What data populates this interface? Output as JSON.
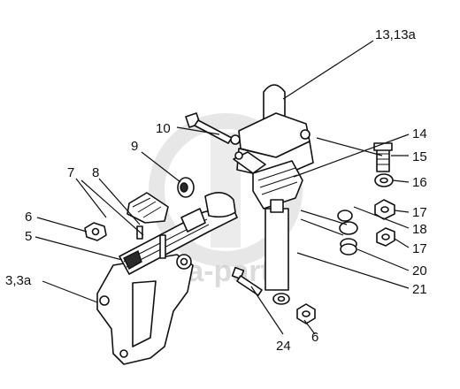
{
  "labels": {
    "part_13": "13,13a",
    "part_10": "10",
    "part_9": "9",
    "part_8": "8",
    "part_7": "7",
    "part_6_left": "6",
    "part_5": "5",
    "part_3": "3,3a",
    "part_14": "14",
    "part_15": "15",
    "part_16": "16",
    "part_17_top": "17",
    "part_18": "18",
    "part_17_bottom": "17",
    "part_20": "20",
    "part_21": "21",
    "part_24": "24",
    "part_6_bottom": "6"
  },
  "watermark": {
    "text": "ta-parts"
  }
}
